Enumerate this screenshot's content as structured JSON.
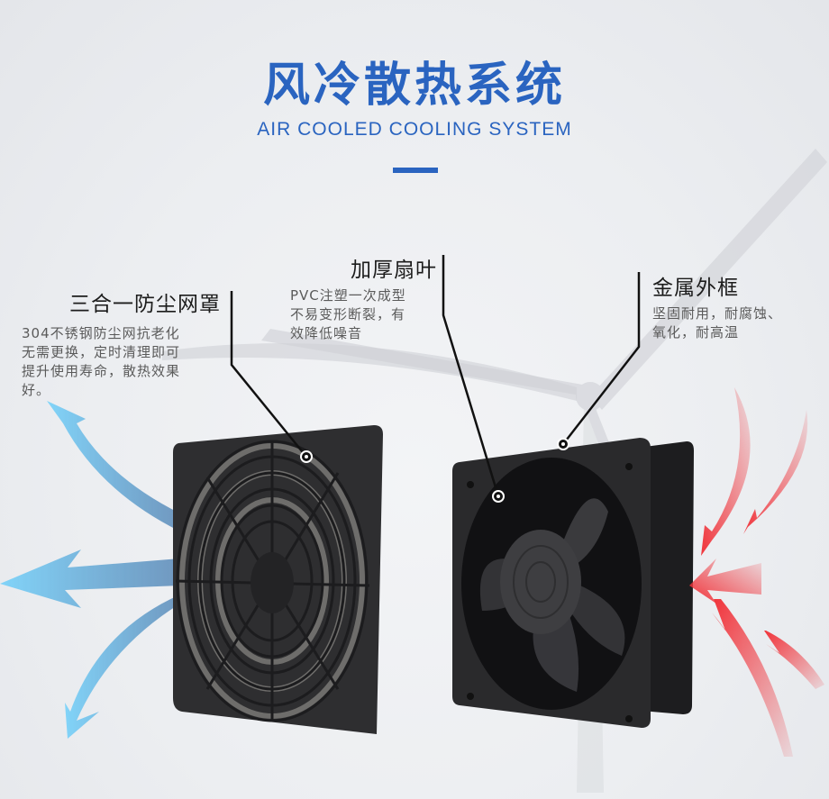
{
  "header": {
    "title": "风冷散热系统",
    "subtitle": "AIR COOLED COOLING SYSTEM",
    "accent_color": "#2a64c0"
  },
  "callouts": [
    {
      "id": "dust-filter",
      "heading": "三合一防尘网罩",
      "body_lines": [
        "304不锈钢防尘网抗老化",
        "无需更换，定时清理即可",
        "提升使用寿命，散热效果",
        "好。"
      ]
    },
    {
      "id": "thick-blades",
      "heading": "加厚扇叶",
      "body_lines": [
        "PVC注塑一次成型",
        "不易变形断裂，有",
        "效降低噪音"
      ]
    },
    {
      "id": "metal-frame",
      "heading": "金属外框",
      "body_lines": [
        "坚固耐用，耐腐蚀、",
        "氧化，耐高温"
      ]
    }
  ],
  "products": {
    "filter_image": "fan-dust-filter-grille",
    "fan_image": "axial-cooling-fan"
  },
  "airflow": {
    "outflow_color": "#5cc4f5",
    "inflow_color": "#f0333a"
  }
}
